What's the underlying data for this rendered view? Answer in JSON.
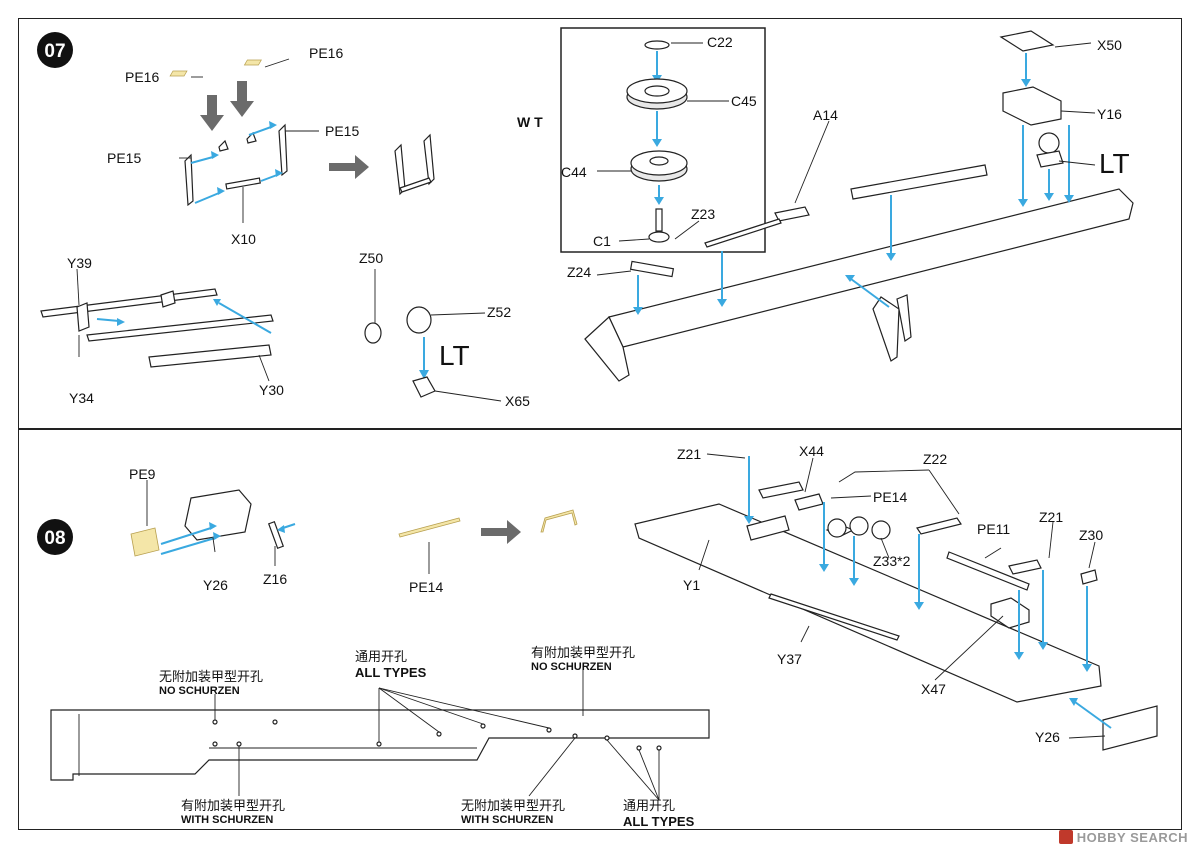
{
  "steps": [
    {
      "number": "07",
      "labels": {
        "pe16_a": "PE16",
        "pe16_b": "PE16",
        "pe15_a": "PE15",
        "pe15_b": "PE15",
        "x10": "X10",
        "y39": "Y39",
        "y34": "Y34",
        "y30": "Y30",
        "z50": "Z50",
        "z52": "Z52",
        "lt_a": "LT",
        "x65": "X65",
        "wt": "W T",
        "c22": "C22",
        "c45": "C45",
        "c44": "C44",
        "c1": "C1",
        "z23": "Z23",
        "a14": "A14",
        "z24": "Z24",
        "x50": "X50",
        "y16": "Y16",
        "lt_b": "LT"
      }
    },
    {
      "number": "08",
      "labels": {
        "pe9": "PE9",
        "y26_a": "Y26",
        "z16": "Z16",
        "pe14_a": "PE14",
        "z21_a": "Z21",
        "x44": "X44",
        "pe14_b": "PE14",
        "z22": "Z22",
        "z33": "Z33*2",
        "pe11": "PE11",
        "z21_b": "Z21",
        "z30": "Z30",
        "y1": "Y1",
        "y37": "Y37",
        "x47": "X47",
        "y26_b": "Y26"
      },
      "annotations": {
        "no_schurzen_top_cn": "无附加装甲型开孔",
        "no_schurzen_top_en": "NO SCHURZEN",
        "all_types_top_cn": "通用开孔",
        "all_types_top_en": "ALL TYPES",
        "no_schurzen_right_cn": "有附加装甲型开孔",
        "no_schurzen_right_en": "NO SCHURZEN",
        "with_schurzen_left_cn": "有附加装甲型开孔",
        "with_schurzen_left_en": "WITH SCHURZEN",
        "with_schurzen_mid_cn": "无附加装甲型开孔",
        "with_schurzen_mid_en": "WITH SCHURZEN",
        "all_types_bottom_cn": "通用开孔",
        "all_types_bottom_en": "ALL TYPES"
      }
    }
  ],
  "footer": {
    "watermark": "HOBBY SEARCH"
  },
  "colors": {
    "arrow_blue": "#3aa9e0",
    "badge": "#111111",
    "photo_etch": "#f4e6a8",
    "move_arrow": "#6b6b6b"
  }
}
